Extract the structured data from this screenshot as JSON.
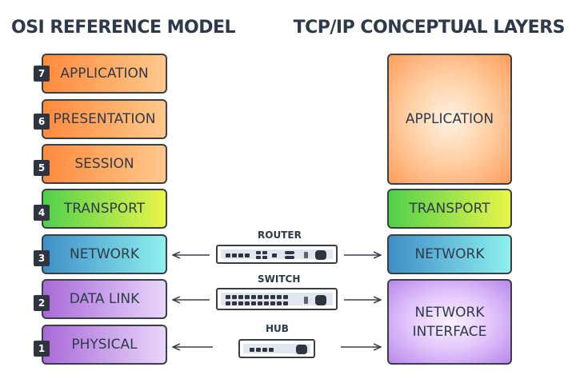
{
  "titles": {
    "osi": "OSI REFERENCE MODEL",
    "tcp": "TCP/IP CONCEPTUAL LAYERS"
  },
  "osi_layers": [
    {
      "number": "7",
      "label": "APPLICATION"
    },
    {
      "number": "6",
      "label": "PRESENTATION"
    },
    {
      "number": "5",
      "label": "SESSION"
    },
    {
      "number": "4",
      "label": "TRANSPORT"
    },
    {
      "number": "3",
      "label": "NETWORK"
    },
    {
      "number": "2",
      "label": "DATA LINK"
    },
    {
      "number": "1",
      "label": "PHYSICAL"
    }
  ],
  "tcp_layers": [
    {
      "label": "APPLICATION"
    },
    {
      "label": "TRANSPORT"
    },
    {
      "label": "NETWORK"
    },
    {
      "label": "NETWORK INTERFACE"
    }
  ],
  "devices": {
    "router": "ROUTER",
    "switch": "SWITCH",
    "hub": "HUB"
  }
}
